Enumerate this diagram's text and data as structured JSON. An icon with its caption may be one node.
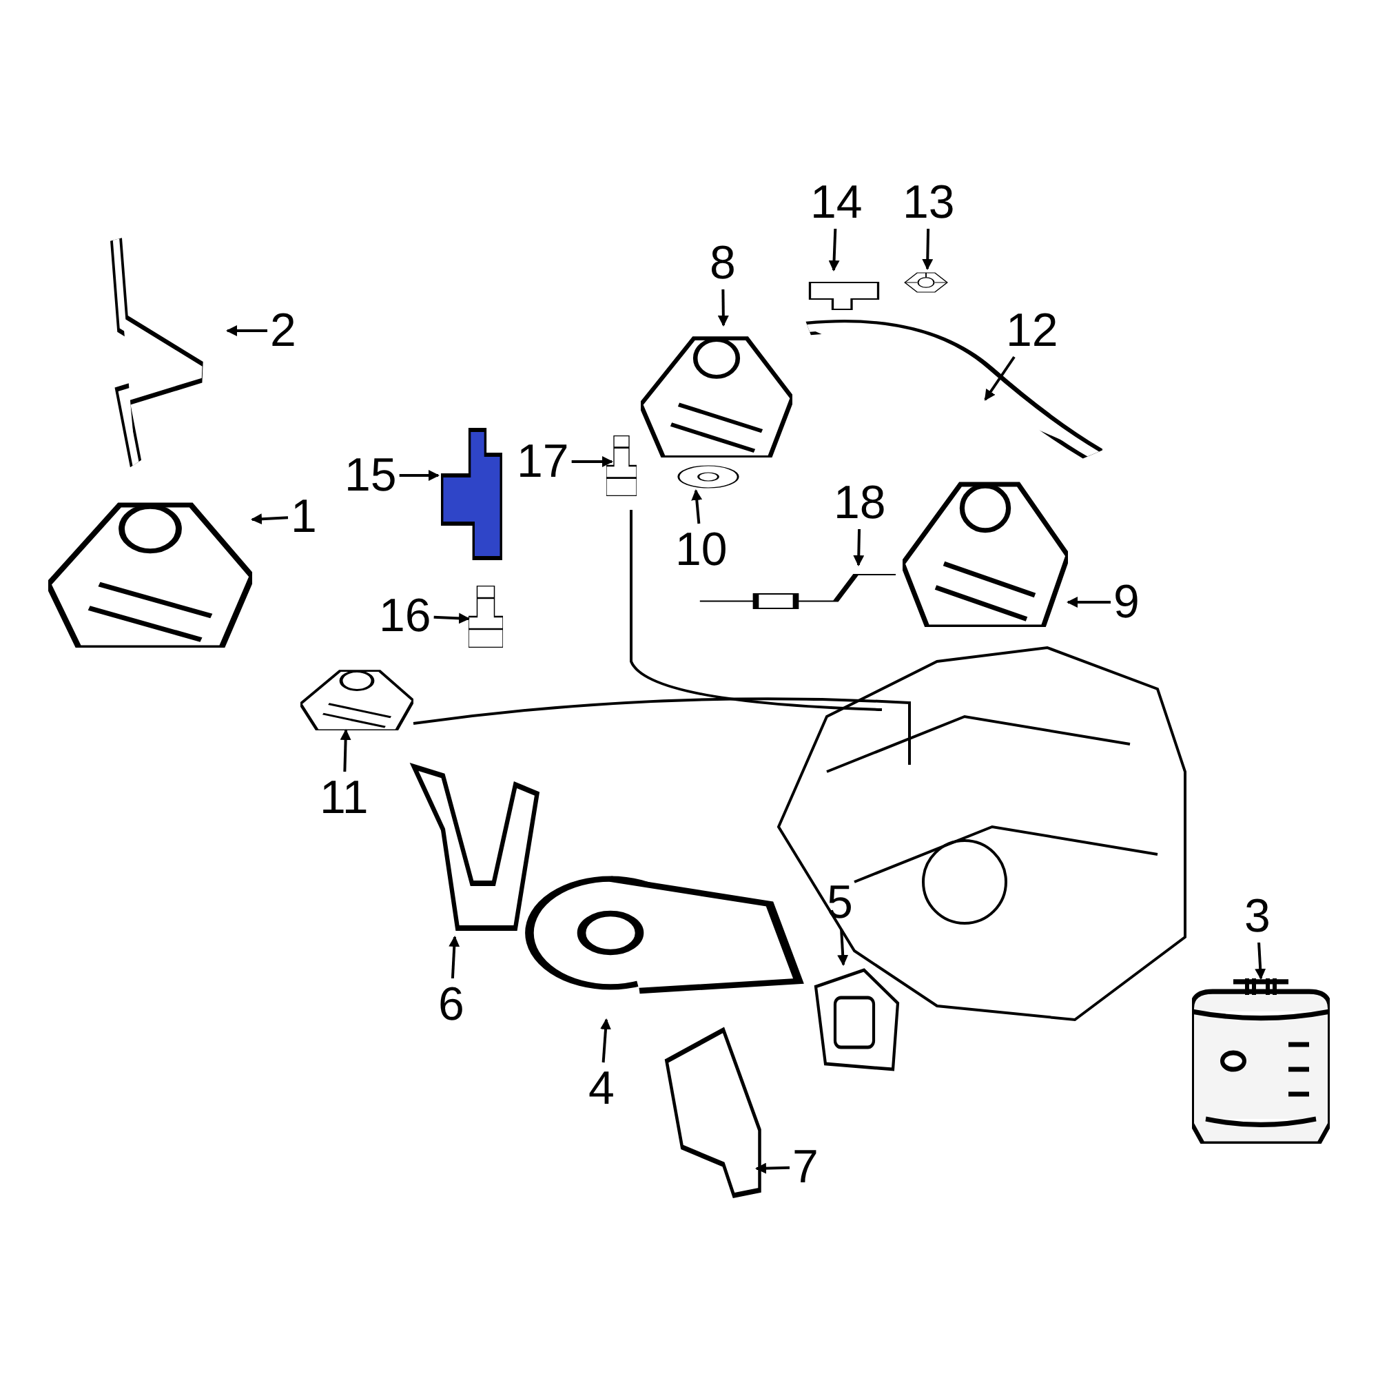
{
  "diagram": {
    "nodes": [
      {
        "text": [
          "14"
        ]
      },
      {
        "text": [],
        "shape": "picture"
      },
      {
        "text": [
          "13"
        ]
      },
      {
        "text": [],
        "shape": "picture"
      },
      {
        "text": [
          "8"
        ]
      },
      {
        "text": [],
        "shape": "picture"
      },
      {
        "text": [
          "2"
        ]
      },
      {
        "text": [],
        "shape": "picture"
      },
      {
        "text": [
          "12"
        ]
      },
      {
        "text": [],
        "shape": "picture"
      },
      {
        "text": [
          "15"
        ]
      },
      {
        "text": [],
        "shape": "picture"
      },
      {
        "text": [
          "17"
        ]
      },
      {
        "text": [],
        "shape": "picture"
      },
      {
        "text": [
          "1"
        ]
      },
      {
        "text": [],
        "shape": "picture"
      },
      {
        "text": [
          "10"
        ]
      },
      {
        "text": [],
        "shape": "picture"
      },
      {
        "text": [
          "18"
        ]
      },
      {
        "text": [],
        "shape": "picture"
      },
      {
        "text": [
          "9"
        ]
      },
      {
        "text": [],
        "shape": "picture"
      },
      {
        "text": [
          "16"
        ]
      },
      {
        "text": [],
        "shape": "picture"
      },
      {
        "text": [
          "11"
        ]
      },
      {
        "text": [],
        "shape": "picture"
      },
      {
        "text": [
          "3"
        ]
      },
      {
        "text": [],
        "shape": "picture"
      },
      {
        "text": [
          "5"
        ]
      },
      {
        "text": [],
        "shape": "picture"
      },
      {
        "text": [
          "6"
        ]
      },
      {
        "text": [],
        "shape": "picture"
      },
      {
        "text": [
          "4"
        ]
      },
      {
        "text": [],
        "shape": "picture"
      },
      {
        "text": [
          "7"
        ]
      },
      {
        "text": [],
        "shape": "picture"
      }
    ],
    "edges": [
      {
        "from": 0,
        "to": 1,
        "arrow": "to"
      },
      {
        "from": 2,
        "to": 3,
        "arrow": "to"
      },
      {
        "from": 4,
        "to": 5,
        "arrow": "to"
      },
      {
        "from": 6,
        "to": 7,
        "arrow": "to"
      },
      {
        "from": 8,
        "to": 9,
        "arrow": "to"
      },
      {
        "from": 10,
        "to": 11,
        "arrow": "to"
      },
      {
        "from": 12,
        "to": 13,
        "arrow": "to"
      },
      {
        "from": 14,
        "to": 15,
        "arrow": "to"
      },
      {
        "from": 16,
        "to": 17,
        "arrow": "to"
      },
      {
        "from": 18,
        "to": 19,
        "arrow": "to"
      },
      {
        "from": 20,
        "to": 21,
        "arrow": "to"
      },
      {
        "from": 22,
        "to": 23,
        "arrow": "to"
      },
      {
        "from": 24,
        "to": 25,
        "arrow": "to"
      },
      {
        "from": 26,
        "to": 27,
        "arrow": "to"
      },
      {
        "from": 28,
        "to": 29,
        "arrow": "to"
      },
      {
        "from": 30,
        "to": 31,
        "arrow": "to"
      },
      {
        "from": 32,
        "to": 33,
        "arrow": "to"
      },
      {
        "from": 34,
        "to": 35,
        "arrow": "to"
      }
    ]
  }
}
